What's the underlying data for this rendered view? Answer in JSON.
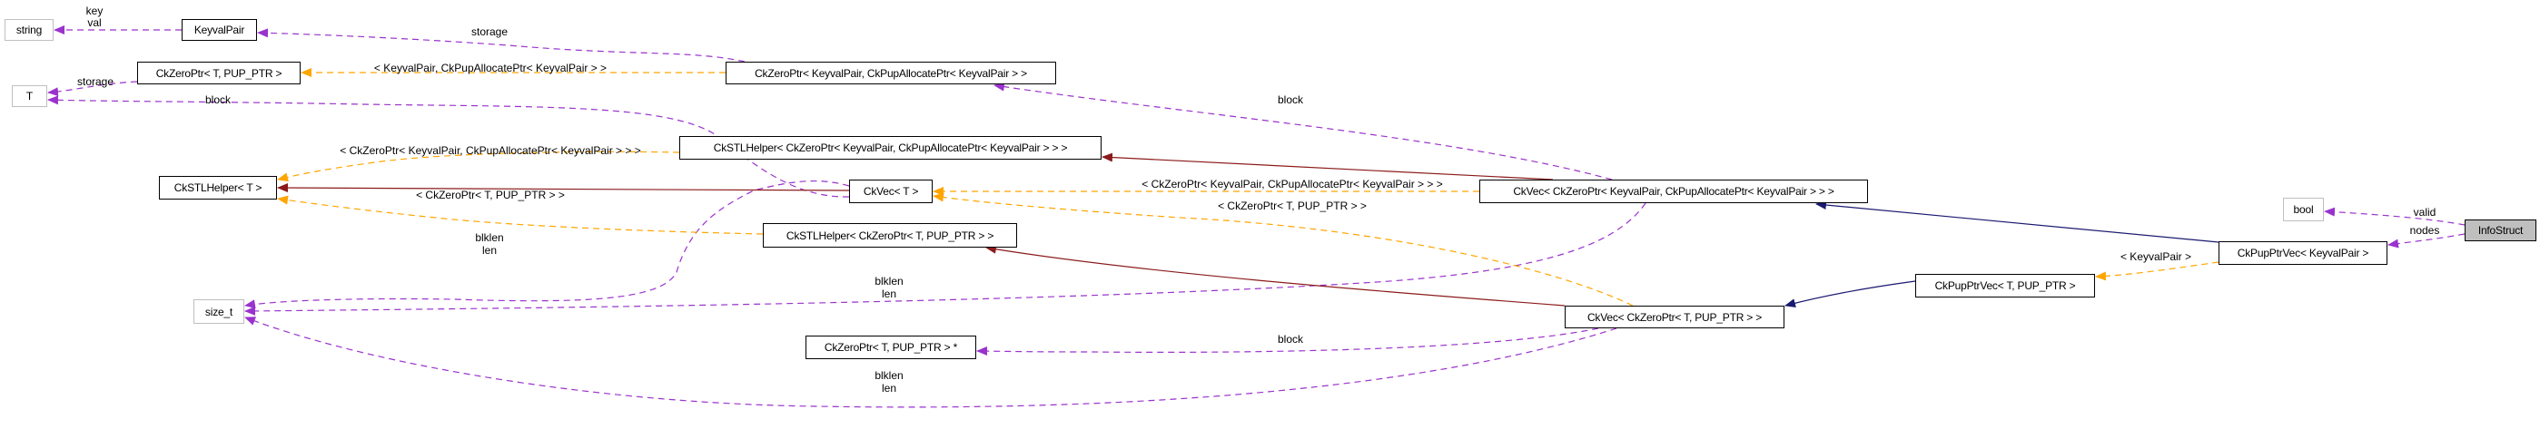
{
  "colors": {
    "usage": "#9a32cd",
    "template": "#ffa500",
    "inheritance_private": "#8b1a1a",
    "inheritance_public": "#191970",
    "root_fill": "#bfbfbf"
  },
  "nodes": {
    "string": "string",
    "keyvalpair": "KeyvalPair",
    "t": "T",
    "ckzeroptr_t": "CkZeroPtr< T, PUP_PTR >",
    "ckstlhelper_t": "CkSTLHelper< T >",
    "size_t": "size_t",
    "ckzeroptr_kv": "CkZeroPtr< KeyvalPair, CkPupAllocatePtr< KeyvalPair > >",
    "ckstlhelper_kv": "CkSTLHelper< CkZeroPtr< KeyvalPair, CkPupAllocatePtr< KeyvalPair > > >",
    "ckvec_t": "CkVec< T >",
    "ckstlhelper_zt": "CkSTLHelper< CkZeroPtr< T, PUP_PTR > >",
    "ckzeroptr_t_ptr": "CkZeroPtr< T, PUP_PTR > *",
    "ckvec_kv": "CkVec< CkZeroPtr< KeyvalPair, CkPupAllocatePtr< KeyvalPair > > >",
    "ckvec_zt": "CkVec< CkZeroPtr< T, PUP_PTR > >",
    "ckpupptrvec_t": "CkPupPtrVec< T, PUP_PTR >",
    "ckpupptrvec_kv": "CkPupPtrVec< KeyvalPair >",
    "bool": "bool",
    "infostruct": "InfoStruct"
  },
  "edge_labels": {
    "key": "key",
    "val": "val",
    "storage_kv": "storage",
    "tmpl_kv_pair": "< KeyvalPair, CkPupAllocatePtr< KeyvalPair > >",
    "storage_t": "storage",
    "block_t": "block",
    "tmpl_stl_kv": "< CkZeroPtr< KeyvalPair, CkPupAllocatePtr< KeyvalPair > > >",
    "tmpl_stl_zt": "< CkZeroPtr< T, PUP_PTR > >",
    "blklen_1": "blklen",
    "len_1": "len",
    "block_kv": "block",
    "tmpl_vec_kv": "< CkZeroPtr< KeyvalPair, CkPupAllocatePtr< KeyvalPair > > >",
    "tmpl_vec_zt": "< CkZeroPtr< T, PUP_PTR > >",
    "blklen_2": "blklen",
    "len_2": "len",
    "block_zt": "block",
    "blklen_3": "blklen",
    "len_3": "len",
    "tmpl_pup_kv": "< KeyvalPair >",
    "valid": "valid",
    "nodes": "nodes"
  }
}
